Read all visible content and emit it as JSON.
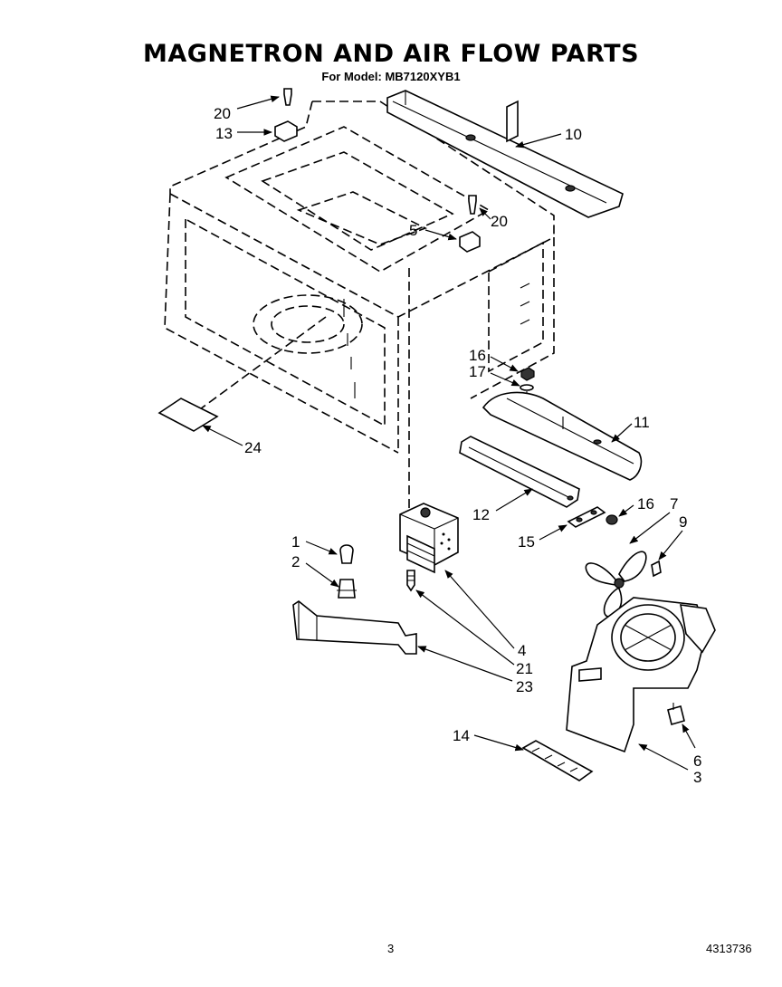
{
  "header": {
    "title": "MAGNETRON AND AIR FLOW PARTS",
    "subtitle": "For Model: MB7120XYB1"
  },
  "footer": {
    "page_number": "3",
    "document_number": "4313736"
  },
  "callouts": [
    {
      "id": "c20a",
      "label": "20"
    },
    {
      "id": "c13",
      "label": "13"
    },
    {
      "id": "c10",
      "label": "10"
    },
    {
      "id": "c20b",
      "label": "20"
    },
    {
      "id": "c5",
      "label": "5"
    },
    {
      "id": "c16a",
      "label": "16"
    },
    {
      "id": "c17",
      "label": "17"
    },
    {
      "id": "c11",
      "label": "11"
    },
    {
      "id": "c24",
      "label": "24"
    },
    {
      "id": "c12",
      "label": "12"
    },
    {
      "id": "c16b",
      "label": "16"
    },
    {
      "id": "c7",
      "label": "7"
    },
    {
      "id": "c9",
      "label": "9"
    },
    {
      "id": "c15",
      "label": "15"
    },
    {
      "id": "c1",
      "label": "1"
    },
    {
      "id": "c2",
      "label": "2"
    },
    {
      "id": "c4",
      "label": "4"
    },
    {
      "id": "c21",
      "label": "21"
    },
    {
      "id": "c23",
      "label": "23"
    },
    {
      "id": "c14",
      "label": "14"
    },
    {
      "id": "c6",
      "label": "6"
    },
    {
      "id": "c3",
      "label": "3"
    }
  ]
}
